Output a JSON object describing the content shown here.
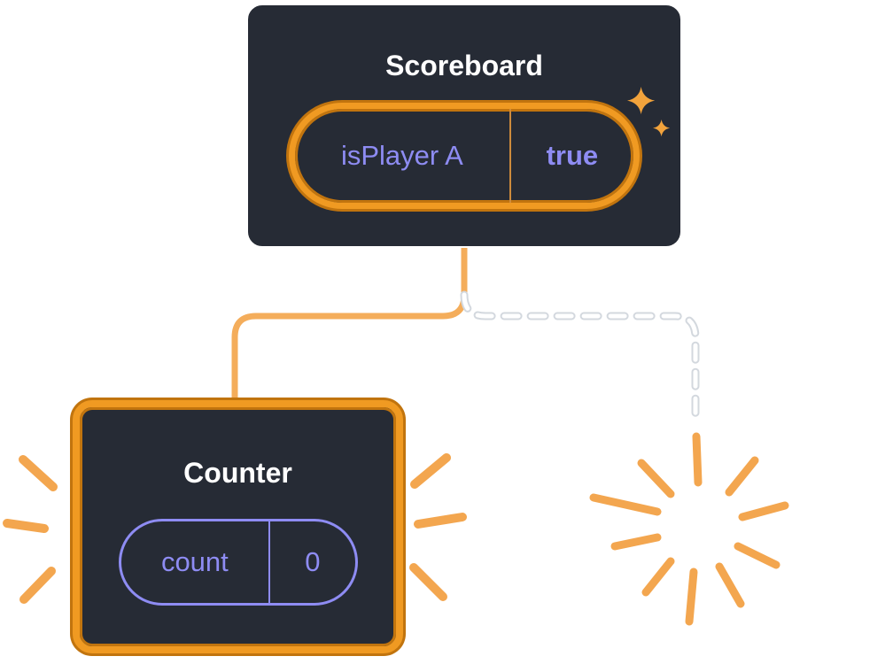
{
  "scoreboard": {
    "title": "Scoreboard",
    "state": {
      "key": "isPlayer A",
      "value": "true"
    }
  },
  "counter": {
    "title": "Counter",
    "state": {
      "key": "count",
      "value": "0"
    }
  },
  "colors": {
    "card_bg": "#262b35",
    "highlight_orange": "#F09A22",
    "highlight_orange_dark": "#C1740E",
    "connector_orange": "#F4AD5B",
    "burst_orange": "#F3A64F",
    "state_purple": "#8e8cf3",
    "title_white": "#ffffff"
  }
}
